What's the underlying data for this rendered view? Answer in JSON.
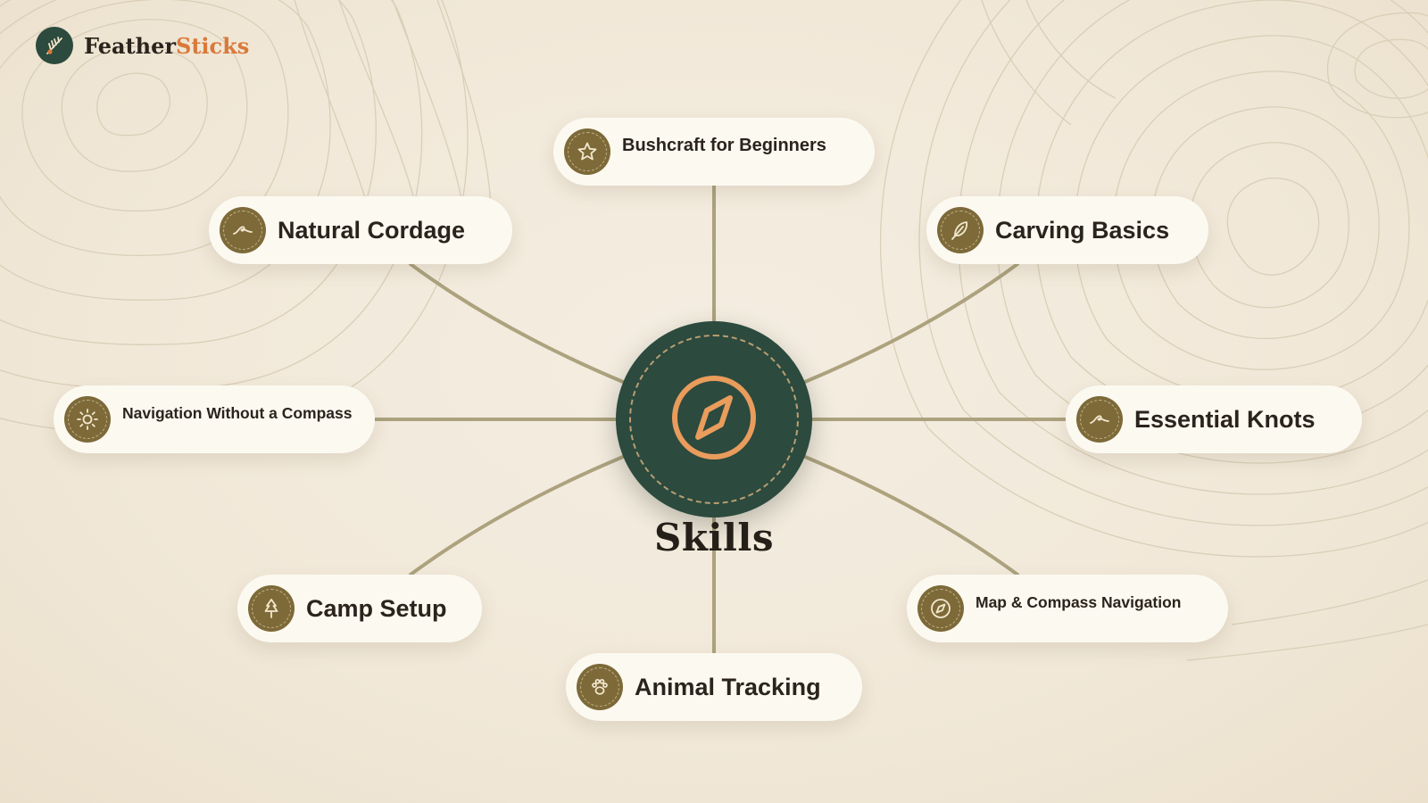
{
  "brand": {
    "name_part1": "Feather",
    "name_part2": "Sticks",
    "icon": "feather-stick-icon",
    "colors": {
      "primary": "#2c4a3e",
      "accent": "#d9793a"
    }
  },
  "diagram": {
    "center": {
      "title": "Skills",
      "icon": "compass-icon"
    },
    "colors": {
      "hub": "#2c4a3e",
      "badge": "#7d6a38",
      "connector": "#aca27e",
      "node_background": "#fcf9f1"
    },
    "nodes": [
      {
        "label": "Bushcraft for Beginners",
        "icon": "star-icon"
      },
      {
        "label": "Natural Cordage",
        "icon": "rope-icon"
      },
      {
        "label": "Carving Basics",
        "icon": "feather-icon"
      },
      {
        "label": "Navigation Without a Compass",
        "icon": "sun-icon"
      },
      {
        "label": "Essential Knots",
        "icon": "knot-icon"
      },
      {
        "label": "Camp Setup",
        "icon": "tree-icon"
      },
      {
        "label": "Map & Compass Navigation",
        "icon": "compass-icon"
      },
      {
        "label": "Animal Tracking",
        "icon": "paw-print-icon"
      }
    ]
  }
}
